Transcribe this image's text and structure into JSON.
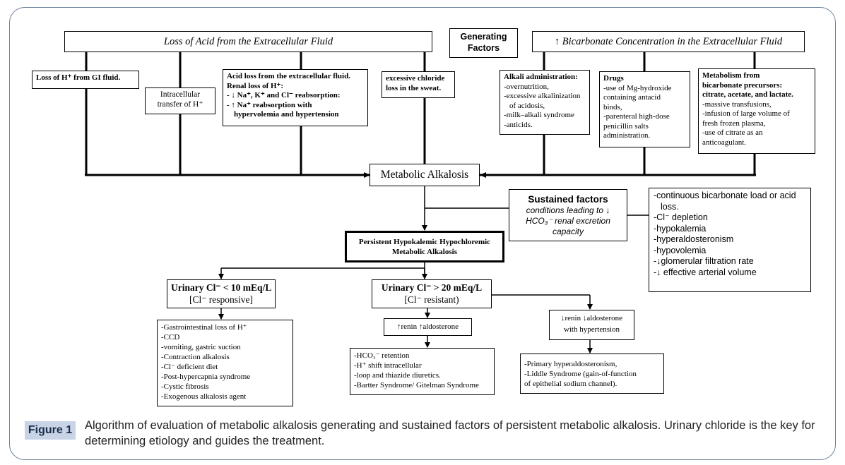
{
  "diagram": {
    "top_left": "Loss of Acid from the Extracellular Fluid",
    "generating": [
      "Generating",
      "Factors"
    ],
    "top_right": "↑ Bicarbonate Concentration in the Extracellular Fluid",
    "gi": "Loss of H⁺ from GI fluid.",
    "intracellular": [
      "Intracellular",
      "transfer of H⁺"
    ],
    "acid_loss": [
      "Acid loss from the extracellular fluid.",
      "Renal loss of H⁺:",
      "- ↓ Na⁺, K⁺ and Cl⁻ reabsorption:",
      "- ↑ Na⁺ reabsorption with",
      "hypervolemia and hypertension"
    ],
    "chloride_sweat": [
      "excessive chloride",
      "loss in the sweat."
    ],
    "alkali": [
      "Alkali administration:",
      "-overnutrition,",
      "-excessive alkalinization",
      "of acidosis,",
      "-milk–alkali syndrome",
      "-anticids."
    ],
    "drugs": [
      "Drugs",
      "-use of Mg-hydroxide",
      "containing antacid",
      "binds,",
      "-parenteral high-dose",
      "penicillin salts",
      "administration."
    ],
    "metabolism": [
      "Metabolism from",
      "bicarbonate precursors:",
      "citrate, acetate, and lactate.",
      "-massive transfusions,",
      "-infusion of large volume of",
      "fresh  frozen plasma,",
      "-use of citrate as an",
      "anticoagulant."
    ],
    "metabolic_alkalosis": "Metabolic Alkalosis",
    "sustained_title": "Sustained factors",
    "sustained_sub": [
      "conditions leading to ↓",
      "HCO₃⁻ renal excretion",
      "capacity"
    ],
    "sustained_list": [
      "-continuous bicarbonate load or acid",
      "loss.",
      "-Cl⁻ depletion",
      "-hypokalemia",
      "-hyperaldosteronism",
      "-hypovolemia",
      "-↓glomerular filtration rate",
      "-↓ effective arterial volume"
    ],
    "persistent": [
      "Persistent Hypokalemic Hypochloremic",
      "Metabolic Alkalosis"
    ],
    "urinary_low": [
      "Urinary Cl⁻ < 10 mEq/L",
      "[Cl⁻ responsive]"
    ],
    "urinary_high": [
      "Urinary Cl⁻ > 20 mEq/L",
      "[Cl⁻ resistant)"
    ],
    "responsive_list": [
      "-Gastrointestinal loss of H⁺",
      "-CCD",
      "-vomiting, gastric suction",
      "-Contraction alkalosis",
      "-Cl⁻ deficient diet",
      "-Post-hypercapnia syndrome",
      "-Cystic fibrosis",
      "-Exogenous alkalosis agent"
    ],
    "renin_up": "↑renin ↑aldosterone",
    "renin_down": [
      "↓renin ↓aldosterone",
      "with hypertension"
    ],
    "renin_up_list": [
      "-HCO₃⁻ retention",
      "-H⁺ shift intracellular",
      "-loop and thiazide diuretics.",
      "-Bartter Syndrome/ Gitelman Syndrome"
    ],
    "renin_down_list": [
      "-Primary hyperaldosteronism,",
      "-Liddle Syndrome (gain-of-function",
      "of epithelial sodium channel)."
    ]
  },
  "caption": {
    "label": "Figure 1",
    "text": "Algorithm of evaluation of metabolic alkalosis generating and sustained factors of persistent metabolic alkalosis. Urinary chloride is the key for determining etiology and guides the treatment."
  },
  "colors": {
    "frame": "#6b7f99",
    "label_bg": "#c8d4e6"
  }
}
